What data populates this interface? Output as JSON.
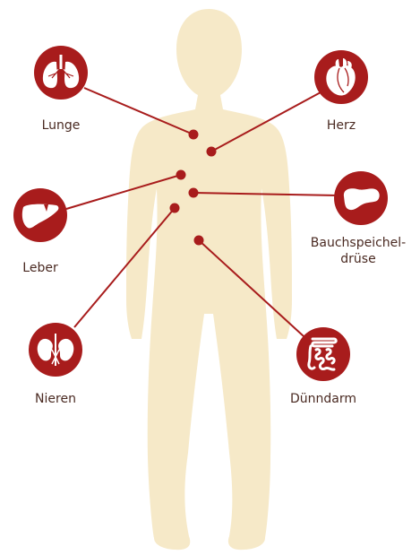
{
  "colors": {
    "body_fill": "#f6e9c8",
    "accent": "#a81c1c",
    "icon_detail": "#ffffff",
    "label_text": "#4a2a22"
  },
  "organs": [
    {
      "id": "lunge",
      "label": "Lunge",
      "icon": "lungs-icon"
    },
    {
      "id": "herz",
      "label": "Herz",
      "icon": "heart-icon"
    },
    {
      "id": "bauchspeicheldruese",
      "label": "Bauchspeichel-\ndrüse",
      "label_line1": "Bauchspeichel-",
      "label_line2": "drüse",
      "icon": "pancreas-icon"
    },
    {
      "id": "leber",
      "label": "Leber",
      "icon": "liver-icon"
    },
    {
      "id": "nieren",
      "label": "Nieren",
      "icon": "kidneys-icon"
    },
    {
      "id": "duenndarm",
      "label": "Dünndarm",
      "icon": "intestine-icon"
    }
  ]
}
